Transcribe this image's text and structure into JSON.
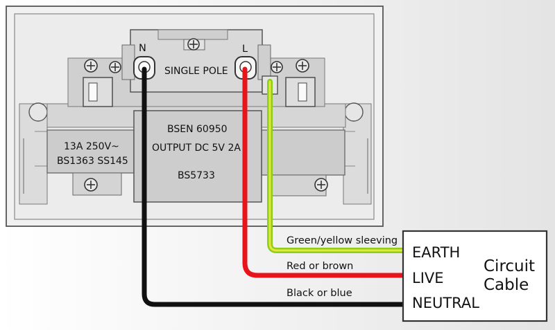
{
  "switch": {
    "terminal_neutral": "N",
    "terminal_live": "L",
    "pole_label": "SINGLE POLE",
    "rating_line1": "13A 250V~",
    "rating_line2": "BS1363 SS145",
    "usb_line1": "BSEN 60950",
    "usb_line2": "OUTPUT DC 5V 2A",
    "usb_line3": "BS5733"
  },
  "wires": {
    "earth_label": "Green/yellow sleeving",
    "live_label": "Red or brown",
    "neutral_label": "Black or blue"
  },
  "cable": {
    "earth": "EARTH",
    "live": "LIVE",
    "neutral": "NEUTRAL",
    "title_line1": "Circuit",
    "title_line2": "Cable"
  },
  "colors": {
    "earth_outer": "#8ccf1a",
    "earth_inner": "#e6e640",
    "live": "#e8141c",
    "neutral": "#111111",
    "plate_fill": "#ebebeb",
    "block_fill": "#cfcfcf"
  }
}
